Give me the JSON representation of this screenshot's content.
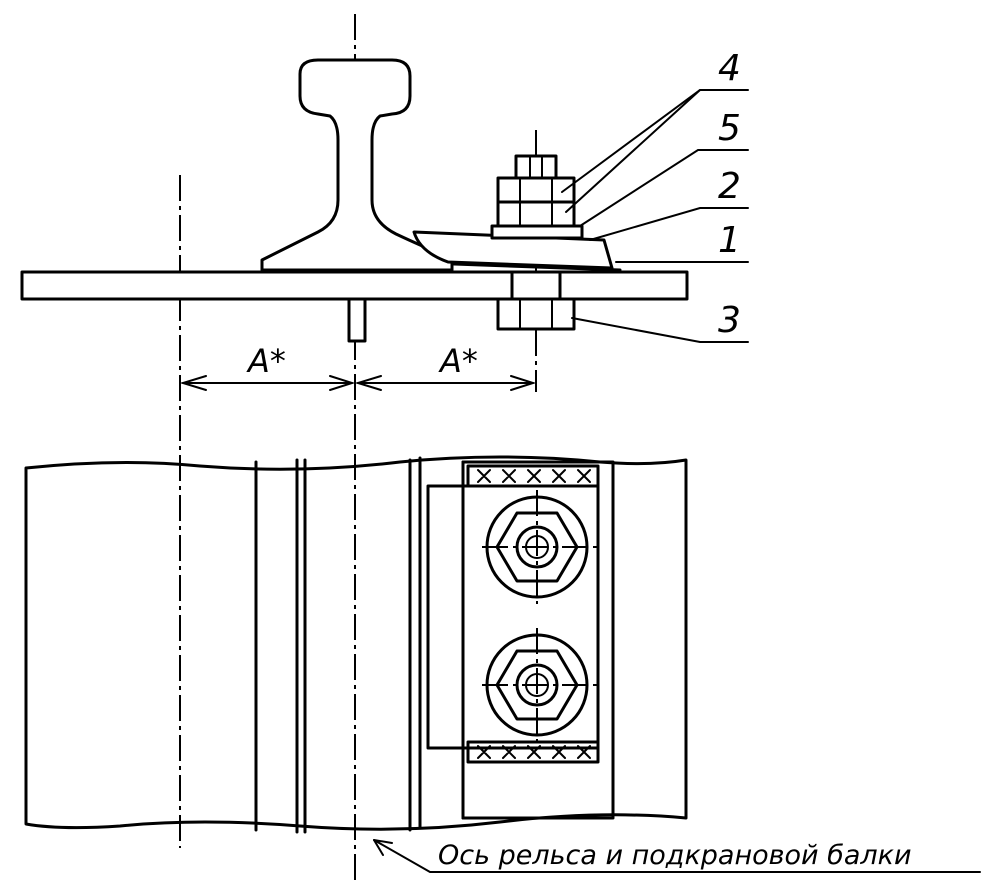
{
  "part_labels": {
    "p4": "4",
    "p5": "5",
    "p2": "2",
    "p1": "1",
    "p3": "3"
  },
  "dimensions": {
    "left": "A*",
    "right": "A*"
  },
  "caption": "Ось рельса и подкрановой балки"
}
